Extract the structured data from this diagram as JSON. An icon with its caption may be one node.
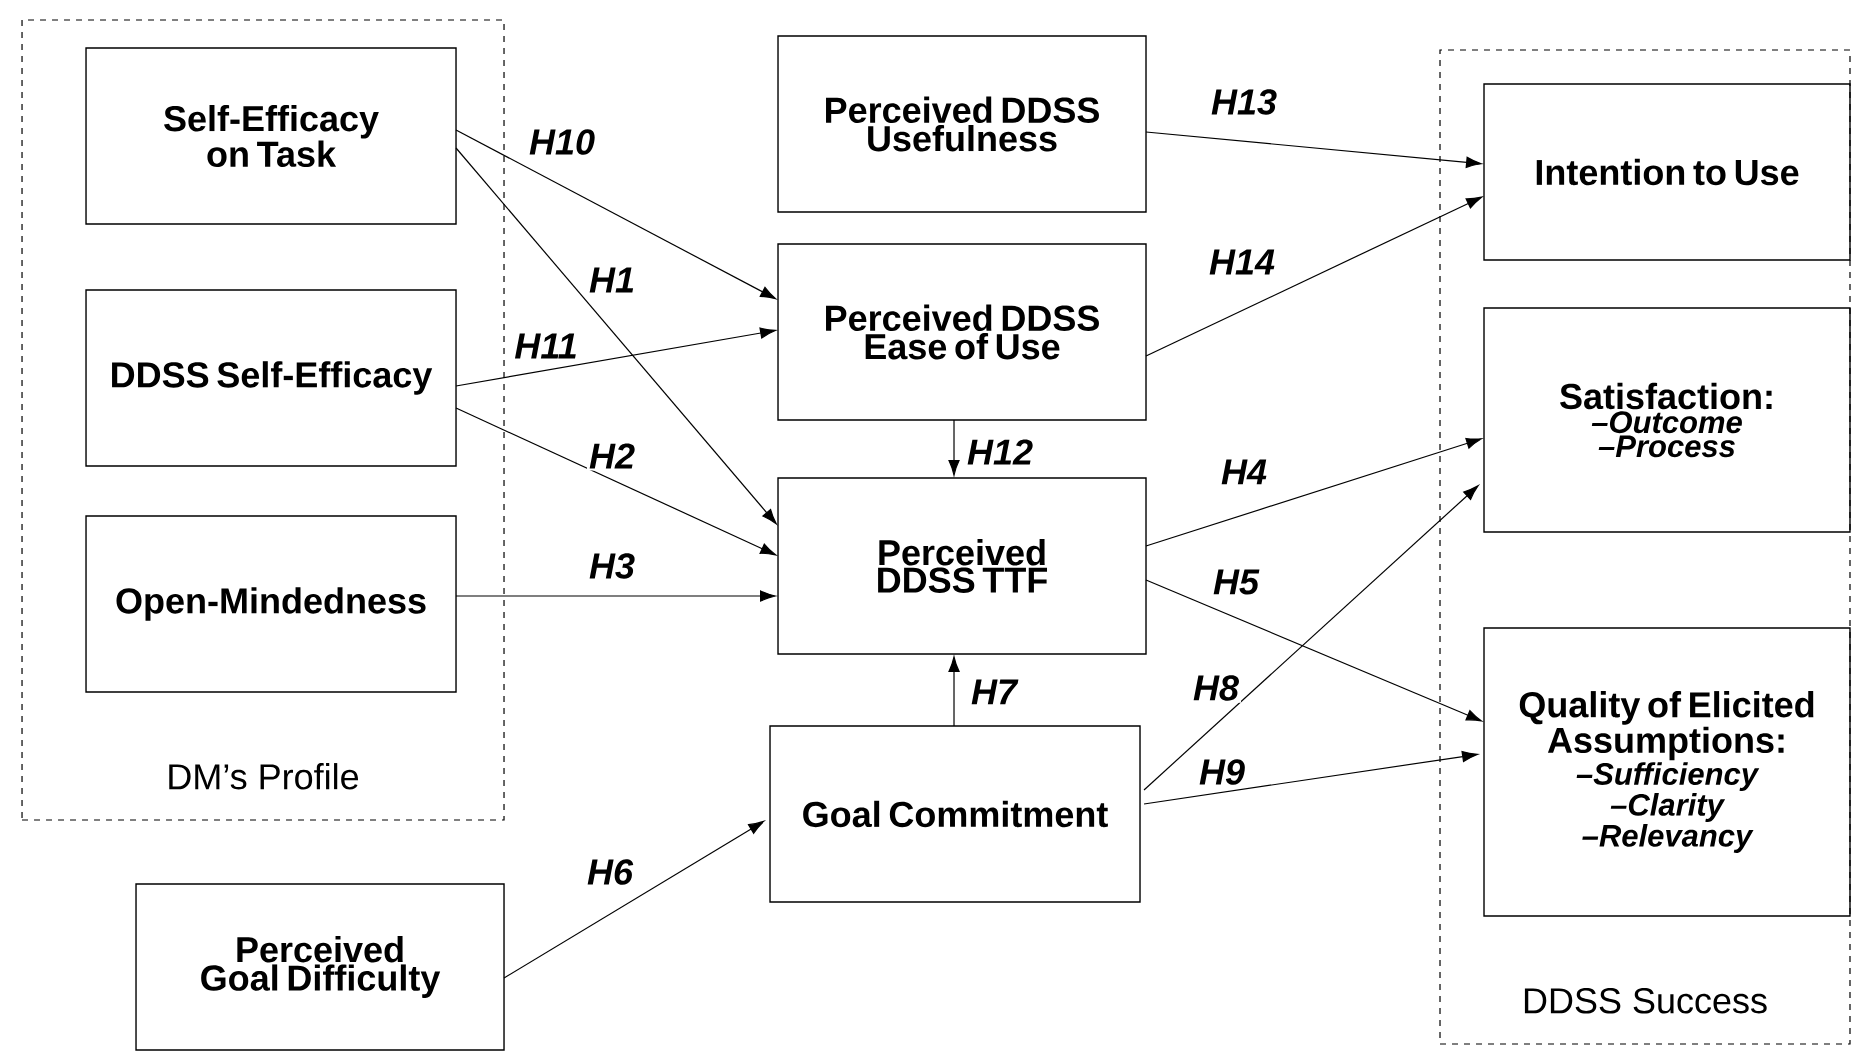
{
  "diagram": {
    "nodes": [
      {
        "text": [
          "DM’s Profile"
        ]
      },
      {
        "text": [
          "Self-Efficacy on Task"
        ],
        "in": 0
      },
      {
        "text": [
          "DDSS Self-Efficacy"
        ],
        "in": 0
      },
      {
        "text": [
          "Open-Mindedness"
        ],
        "in": 0
      },
      {
        "text": [
          "Perceived DDSS Usefulness"
        ]
      },
      {
        "text": [
          "Perceived DDSS Ease of Use"
        ]
      },
      {
        "text": [
          "Perceived DDSS TTF"
        ]
      },
      {
        "text": [
          "Goal Commitment"
        ]
      },
      {
        "text": [
          "Perceived Goal Difficulty"
        ]
      },
      {
        "text": [
          "DDSS Success"
        ]
      },
      {
        "text": [
          "Intention to Use"
        ],
        "in": 9
      },
      {
        "text": [
          "Satisfaction:",
          "–Outcome",
          "–Process"
        ],
        "in": 9
      },
      {
        "text": [
          "Quality of Elicited Assumptions:",
          "–Sufficiency",
          "–Clarity",
          "–Relevancy"
        ],
        "in": 9
      }
    ],
    "edges": [
      {
        "from": 1,
        "to": 5,
        "arrow": "to",
        "label": "H10"
      },
      {
        "from": 1,
        "to": 6,
        "arrow": "to",
        "label": "H1"
      },
      {
        "from": 2,
        "to": 5,
        "arrow": "to",
        "label": "H11"
      },
      {
        "from": 2,
        "to": 6,
        "arrow": "to",
        "label": "H2"
      },
      {
        "from": 3,
        "to": 6,
        "arrow": "to",
        "label": "H3"
      },
      {
        "from": 4,
        "to": 10,
        "arrow": "to",
        "label": "H13"
      },
      {
        "from": 5,
        "to": 10,
        "arrow": "to",
        "label": "H14"
      },
      {
        "from": 5,
        "to": 6,
        "arrow": "to",
        "label": "H12"
      },
      {
        "from": 6,
        "to": 11,
        "arrow": "to",
        "label": "H4"
      },
      {
        "from": 6,
        "to": 12,
        "arrow": "to",
        "label": "H5"
      },
      {
        "from": 7,
        "to": 6,
        "arrow": "to",
        "label": "H7"
      },
      {
        "from": 7,
        "to": 11,
        "arrow": "to",
        "label": "H8"
      },
      {
        "from": 7,
        "to": 12,
        "arrow": "to",
        "label": "H9"
      },
      {
        "from": 8,
        "to": 7,
        "arrow": "to",
        "label": "H6"
      }
    ]
  }
}
